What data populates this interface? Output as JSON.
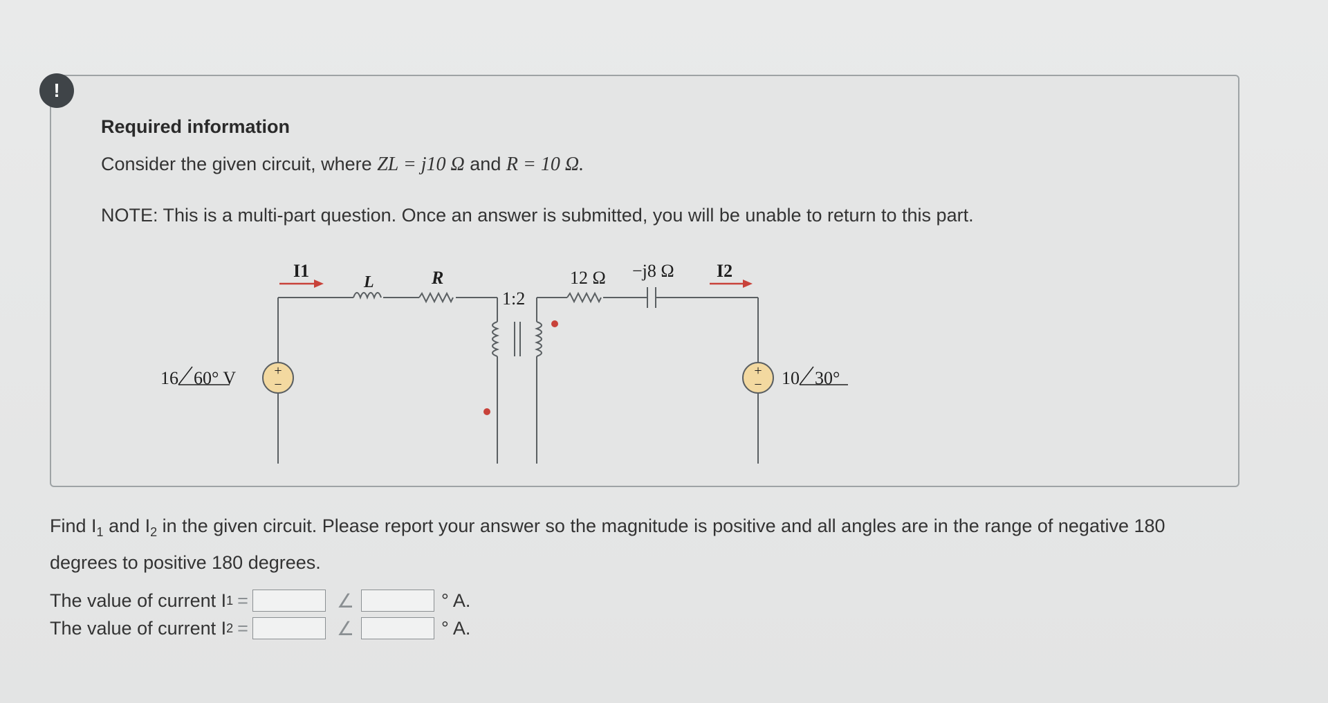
{
  "alert": {
    "icon": "exclamation-icon",
    "symbol": "!"
  },
  "info": {
    "title": "Required information",
    "intro_prefix": "Consider the given circuit, where",
    "intro_zl": "ZL = j10 Ω",
    "intro_and": "and",
    "intro_r": "R = 10 Ω.",
    "note": "NOTE: This is a multi-part question. Once an answer is submitted, you will be unable to return to this part."
  },
  "circuit": {
    "source_left_label": "16∠60° V",
    "source_left_mag": "16",
    "source_left_angle": "60° V",
    "source_right_mag": "10",
    "source_right_angle": "30°",
    "current_left": "I1",
    "current_right": "I2",
    "inductor_label": "L",
    "resistor_label": "R",
    "ratio_label": "1:2",
    "right_resistor_label": "12 Ω",
    "capacitor_label": "−j8 Ω",
    "plus_sign": "+",
    "minus_sign": "−",
    "colors": {
      "wire": "#5a5f62",
      "source_fill": "#f3d9a0",
      "arrow": "#c8423a",
      "dot": "#c8423a"
    }
  },
  "question": {
    "text_before_i1": "Find ",
    "i1": "I",
    "i1_sub": "1",
    "text_and": " and ",
    "i2": "I",
    "i2_sub": "2",
    "text_after": " in the given circuit. Please report your answer so the magnitude is positive and all angles are in the range of negative 180 degrees to positive 180 degrees."
  },
  "answers": [
    {
      "label": "The value of current I",
      "sub": "1",
      "eq": "=",
      "magnitude_value": "",
      "angle_value": "",
      "unit": "° A."
    },
    {
      "label": "The value of current I",
      "sub": "2",
      "eq": "=",
      "magnitude_value": "",
      "angle_value": "",
      "unit": "° A."
    }
  ],
  "angle_symbol": "∠"
}
